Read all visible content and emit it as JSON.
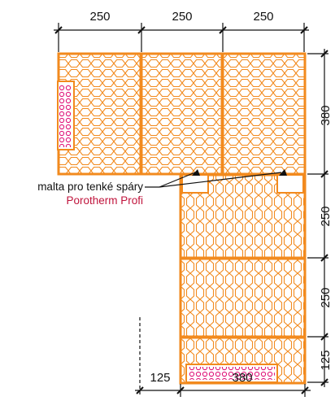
{
  "dimensions": {
    "top": [
      "250",
      "250",
      "250"
    ],
    "right": [
      "380",
      "250",
      "250",
      "125"
    ],
    "bottom": [
      "125",
      "380"
    ]
  },
  "annotation": {
    "line1": "malta pro tenké spáry",
    "line2": "Porotherm Profi"
  },
  "colors": {
    "brick": "#f28a1e",
    "brick_fill": "#ffffff",
    "insulation": "#e0167a",
    "text_accent": "#c0143c",
    "line": "#111111"
  }
}
